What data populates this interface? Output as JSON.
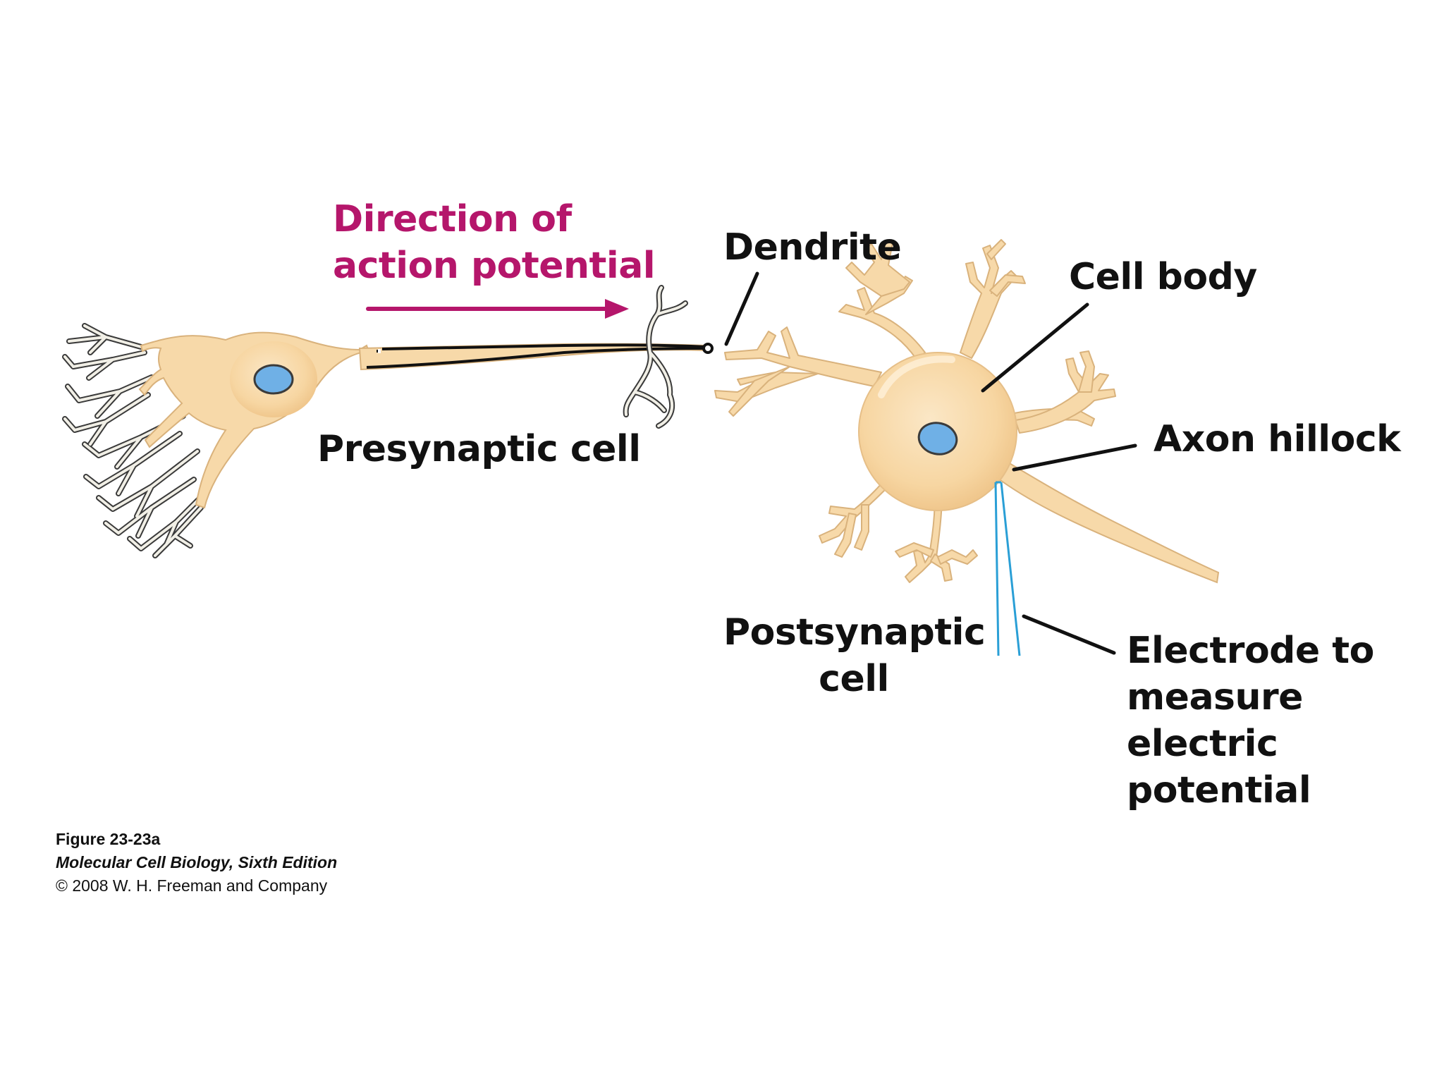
{
  "colors": {
    "cell_fill": "#f7d9a9",
    "cell_outline": "#d9b27c",
    "nucleus": "#6fb0e6",
    "axon_terminal_fill": "#f1efe6",
    "arrow": "#b5166b",
    "electrode": "#2a9fd6",
    "text": "#111111"
  },
  "icons": {
    "arrow": "arrow-right",
    "electrode": "electrode"
  },
  "labels": {
    "direction_line1": "Direction of",
    "direction_line2": "action potential",
    "dendrite": "Dendrite",
    "cell_body": "Cell body",
    "axon_hillock": "Axon hillock",
    "presynaptic": "Presynaptic cell",
    "postsynaptic_line1": "Postsynaptic",
    "postsynaptic_line2": "cell",
    "electrode_line1": "Electrode to",
    "electrode_line2": "measure",
    "electrode_line3": "electric",
    "electrode_line4": "potential"
  },
  "caption": {
    "figure": "Figure 23-23a",
    "book": "Molecular Cell Biology, Sixth Edition",
    "copyright": "© 2008 W. H. Freeman and Company"
  }
}
